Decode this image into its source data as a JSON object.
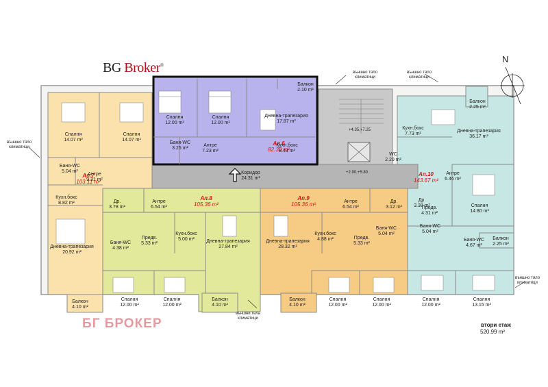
{
  "logo": {
    "bg": "BG",
    "broker": "Broker",
    "mark": "®"
  },
  "watermark": "БГ БРОКЕР",
  "north": "N",
  "floor": {
    "title": "втори етаж",
    "area": "520.99 m²"
  },
  "apartments": [
    {
      "id": "apt6",
      "name": "Ап.6",
      "area": "82.30 m²"
    },
    {
      "id": "apt7",
      "name": "Ап.7",
      "area": "103.11 m²"
    },
    {
      "id": "apt8",
      "name": "Ап.8",
      "area": "105.36 m²"
    },
    {
      "id": "apt9",
      "name": "Ап.9",
      "area": "105.36 m²"
    },
    {
      "id": "apt10",
      "name": "Ап.10",
      "area": "143.67 m²"
    }
  ],
  "rooms": [
    {
      "name": "Балкон",
      "area": "2.10 m²"
    },
    {
      "name": "Спалня",
      "area": "12.00 m²"
    },
    {
      "name": "Спалня",
      "area": "12.00 m²"
    },
    {
      "name": "Дневна-трапезария",
      "area": "17.87 m²"
    },
    {
      "name": "Баня-WC",
      "area": "3.25 m²"
    },
    {
      "name": "Антре",
      "area": "7.23 m²"
    },
    {
      "name": "Кухн.бокс",
      "area": "8.43 m²"
    },
    {
      "name": "Коридор",
      "area": "24.31 m²"
    },
    {
      "name": "Спалня",
      "area": "14.07 m²"
    },
    {
      "name": "Спалня",
      "area": "14.07 m²"
    },
    {
      "name": "Баня-WC",
      "area": "5.04 m²"
    },
    {
      "name": "Антре",
      "area": "9.31 m²"
    },
    {
      "name": "Кухн.бокс",
      "area": "8.82 m²"
    },
    {
      "name": "Дневна-трапезария",
      "area": "20.92 m²"
    },
    {
      "name": "Баня-WC",
      "area": "4.38 m²"
    },
    {
      "name": "Балкон",
      "area": "4.10 m²"
    },
    {
      "name": "Др.",
      "area": "3.78 m²"
    },
    {
      "name": "Антре",
      "area": "6.54 m²"
    },
    {
      "name": "Предв.",
      "area": "5.33 m²"
    },
    {
      "name": "Кухн.бокс",
      "area": "5.00 m²"
    },
    {
      "name": "Дневна-трапезария",
      "area": "27.84 m²"
    },
    {
      "name": "Спалня",
      "area": "12.00 m²"
    },
    {
      "name": "Спалня",
      "area": "12.00 m²"
    },
    {
      "name": "Балкон",
      "area": "4.10 m²"
    },
    {
      "name": "Антре",
      "area": "6.54 m²"
    },
    {
      "name": "Др.",
      "area": "3.12 m²"
    },
    {
      "name": "Дневна-трапезария",
      "area": "28.32 m²"
    },
    {
      "name": "Кухн.бокс",
      "area": "4.88 m²"
    },
    {
      "name": "Предв.",
      "area": "5.33 m²"
    },
    {
      "name": "Баня-WC",
      "area": "5.04 m²"
    },
    {
      "name": "Балкон",
      "area": "4.10 m²"
    },
    {
      "name": "Спалня",
      "area": "12.00 m²"
    },
    {
      "name": "Спалня",
      "area": "12.00 m²"
    },
    {
      "name": "Балкон",
      "area": "2.25 m²"
    },
    {
      "name": "Кухн.бокс",
      "area": "7.73 m²"
    },
    {
      "name": "Дневна-трапезария",
      "area": "36.17 m²"
    },
    {
      "name": "WC",
      "area": "2.20 m²"
    },
    {
      "name": "Антре",
      "area": "6.46 m²"
    },
    {
      "name": "Др.",
      "area": "3.38 m²"
    },
    {
      "name": "Предв.",
      "area": "4.31 m²"
    },
    {
      "name": "Баня-WC",
      "area": "5.04 m²"
    },
    {
      "name": "Спалня",
      "area": "14.80 m²"
    },
    {
      "name": "Баня-WC",
      "area": "4.67 m²"
    },
    {
      "name": "Балкон",
      "area": "2.25 m²"
    },
    {
      "name": "Спалня",
      "area": "12.00 m²"
    },
    {
      "name": "Спалня",
      "area": "13.15 m²"
    }
  ],
  "notes": {
    "ac_top_center": "външно тяло климатици",
    "ac_top_right": "външно тяло климатици",
    "ac_left": "външно тяло климатици",
    "ac_right": "външно тяло климатици",
    "ac_bottom": "външни тела климатици",
    "elev_top": "+4.35,+7.25",
    "elev_mid": "+2.90,+5.80"
  },
  "colors": {
    "apt6": "#b8b3ec",
    "apt7": "#fbe2ac",
    "apt8": "#e3e99a",
    "apt9": "#f6cc85",
    "apt10": "#c7e7e4",
    "corridor": "#b5b5b5"
  }
}
